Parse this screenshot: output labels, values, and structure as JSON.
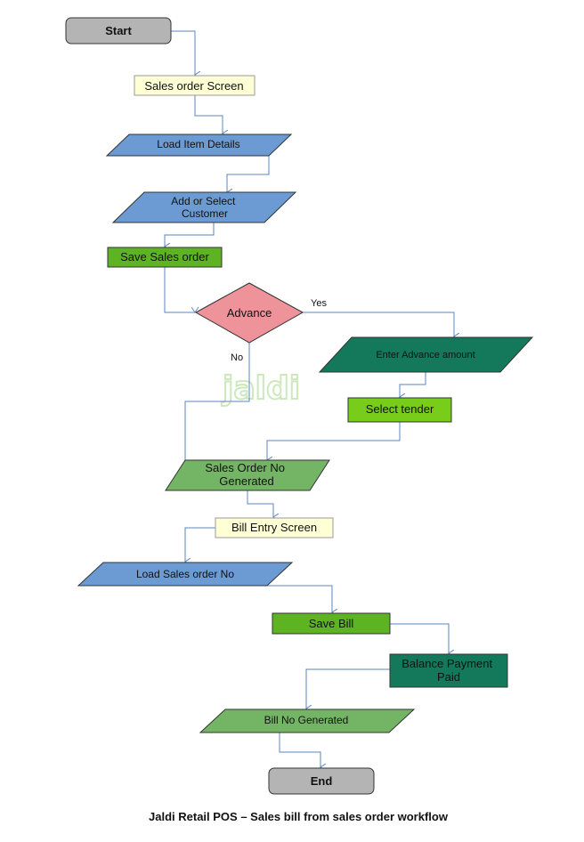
{
  "diagram": {
    "start": "Start",
    "sales_order_screen": "Sales order Screen",
    "load_item_details": "Load Item Details",
    "add_select_customer": "Add or Select\nCustomer",
    "save_sales_order": "Save Sales order",
    "advance": "Advance",
    "yes_label": "Yes",
    "no_label": "No",
    "enter_advance_amount": "Enter Advance amount",
    "select_tender": "Select tender",
    "sales_order_no_generated": "Sales Order No\nGenerated",
    "bill_entry_screen": "Bill Entry Screen",
    "load_sales_order_no": "Load Sales order No",
    "save_bill": "Save Bill",
    "balance_payment_paid": "Balance Payment\nPaid",
    "bill_no_generated": "Bill No Generated",
    "end": "End"
  },
  "watermark": "jaldi",
  "caption": "Jaldi Retail POS – Sales bill from sales order workflow",
  "colors": {
    "terminal": "#b4b4b4",
    "screen": "#ffffd6",
    "blue_io": "#6b9bd2",
    "green_process": "#5db322",
    "decision": "#ee939a",
    "dark_teal": "#13795a",
    "light_green_process": "#78cc1a",
    "light_green_io": "#74b565",
    "arrow": "#5b86c0"
  }
}
